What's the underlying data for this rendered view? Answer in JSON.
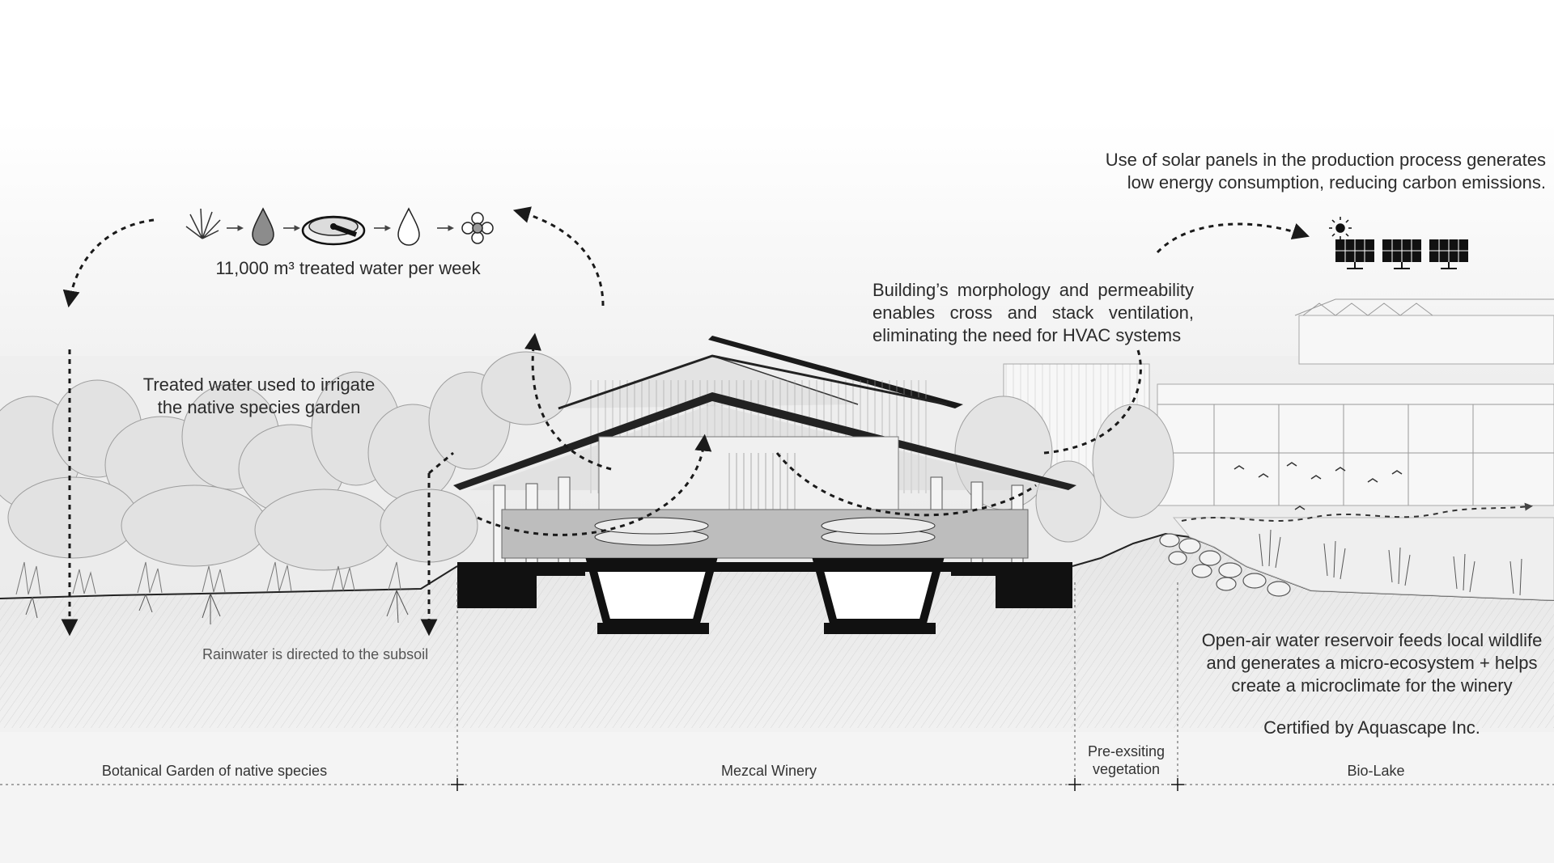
{
  "water_process": {
    "icons": [
      "agave-icon",
      "water-drop-dark-icon",
      "treatment-tank-icon",
      "water-drop-light-icon",
      "flower-icon"
    ],
    "caption": "11,000 m³ treated water per week"
  },
  "irrigation": {
    "line1": "Treated water used to irrigate",
    "line2": "the native species garden"
  },
  "rainwater": "Rainwater is directed to the subsoil",
  "ventilation": {
    "line1": "Building’s morphology and permeability",
    "line2": "enables cross and stack ventilation,",
    "line3": "eliminating the need for HVAC systems"
  },
  "solar": {
    "line1": "Use of solar panels in the production process generates",
    "line2": "low energy consumption, reducing carbon emissions.",
    "icons": [
      "sun-icon",
      "solar-panel-icon",
      "solar-panel-icon",
      "solar-panel-icon"
    ]
  },
  "reservoir": {
    "line1": "Open-air water reservoir feeds local wildlife",
    "line2": "and generates a micro-ecosystem + helps",
    "line3": "create a microclimate for the winery"
  },
  "certification": "Certified by Aquascape Inc.",
  "zones": {
    "garden": "Botanical Garden of native species",
    "winery": "Mezcal Winery",
    "vegetation_line1": "Pre-exsiting",
    "vegetation_line2": "vegetation",
    "lake": "Bio-Lake"
  },
  "colors": {
    "ink": "#1a1a1a",
    "line": "#2b2b2b",
    "light_gray": "#d9d9d9",
    "ground": "#ececec"
  }
}
